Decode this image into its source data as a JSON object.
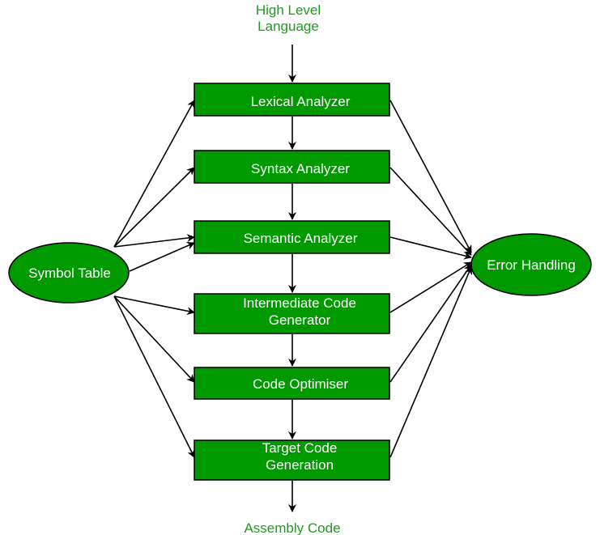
{
  "input_label_line1": "High Level",
  "input_label_line2": "Language",
  "output_label": "Assembly Code",
  "symbol_table": "Symbol Table",
  "error_handling": "Error Handling",
  "phases": [
    {
      "line1": "Lexical Analyzer",
      "line2": ""
    },
    {
      "line1": "Syntax Analyzer",
      "line2": ""
    },
    {
      "line1": "Semantic Analyzer",
      "line2": ""
    },
    {
      "line1": "Intermediate Code",
      "line2": "Generator"
    },
    {
      "line1": "Code Optimiser",
      "line2": ""
    },
    {
      "line1": "Target Code",
      "line2": "Generation"
    }
  ],
  "colors": {
    "node_fill": "#009900",
    "label_text": "#1f9a1f"
  }
}
